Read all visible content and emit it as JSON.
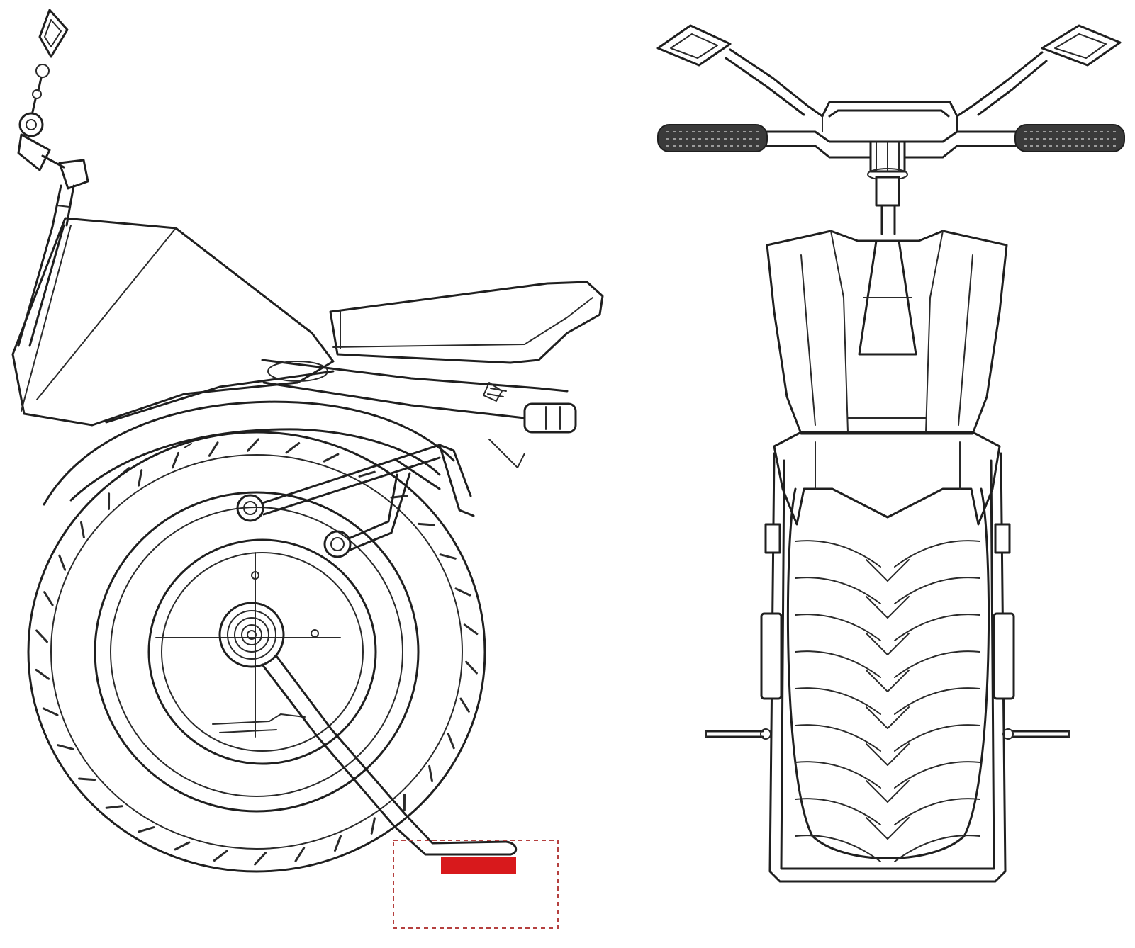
{
  "colors": {
    "line": "#1f1f1f",
    "background": "#ffffff",
    "highlight_fill": "#d8191c",
    "highlight_box": "#b5403f"
  },
  "views": [
    {
      "name": "side-view",
      "highlight": "kickstand-foot"
    },
    {
      "name": "front-view"
    }
  ]
}
